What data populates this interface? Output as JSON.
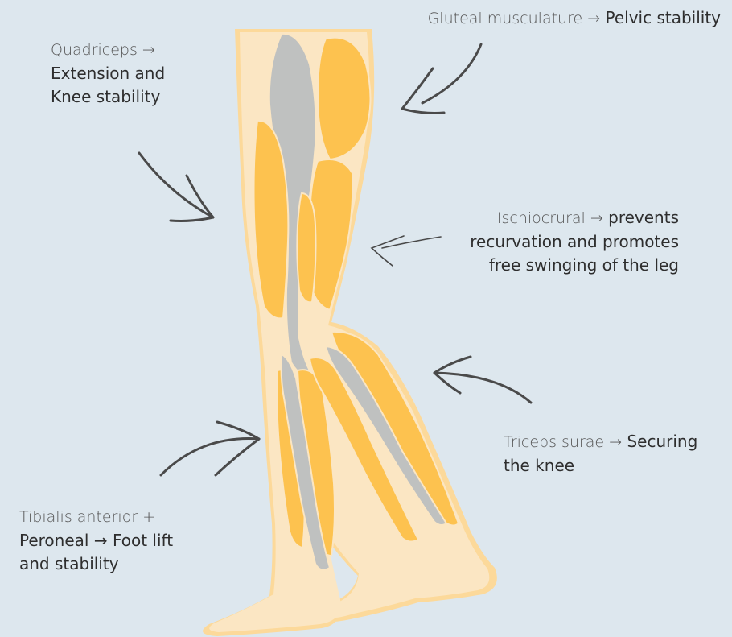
{
  "labels": {
    "gluteal": {
      "light": "Gluteal musculature →",
      "bold": "Pelvic stability"
    },
    "quadriceps": {
      "light": "Quadriceps →",
      "bold": "Extension and Knee stability",
      "bold_line1": "Extension and",
      "bold_line2": "Knee stability"
    },
    "ischiocrural": {
      "light": "Ischiocrural →",
      "bold": "prevents recurvation and promotes free swinging of the leg",
      "bold_line1": "prevents",
      "line2": "recurvation and promotes",
      "line3": "free swinging of the leg"
    },
    "triceps": {
      "light": "Triceps surae →",
      "bold": "Securing the knee",
      "bold_line1": "Securing",
      "bold_line2": "the knee"
    },
    "tibialis": {
      "light": "Tibialis anterior +",
      "bold": "Peroneal → Foot lift and stability",
      "bold_line1": "Peroneal → Foot lift",
      "bold_line2": "and stability"
    }
  },
  "colors": {
    "background": "#dde7ee",
    "skin": "#fbe6c3",
    "skin_outline": "#fcd99a",
    "muscle": "#fdc24f",
    "tendon_grey": "#bfc1c0",
    "text": "#3a3a3a",
    "arrow": "#4a4a4a"
  }
}
